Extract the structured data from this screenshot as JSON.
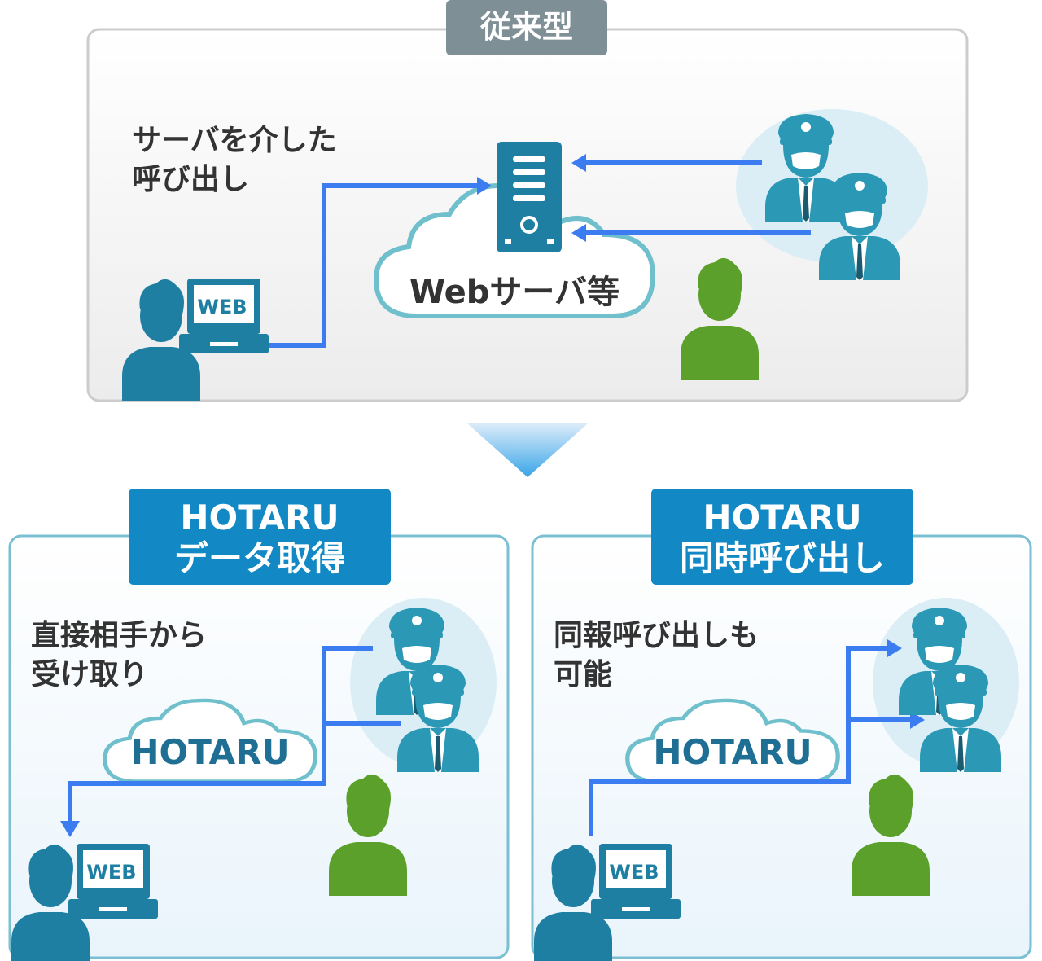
{
  "top_panel": {
    "tag": "従来型",
    "caption_line1": "サーバを介した",
    "caption_line2": "呼び出し",
    "cloud_label": "Webサーバ等",
    "monitor_label": "WEB"
  },
  "left_panel": {
    "header_line1": "HOTARU",
    "header_line2": "データ取得",
    "caption_line1": "直接相手から",
    "caption_line2": "受け取り",
    "cloud_label": "HOTARU",
    "monitor_label": "WEB"
  },
  "right_panel": {
    "header_line1": "HOTARU",
    "header_line2": "同時呼び出し",
    "caption_line1": "同報呼び出しも",
    "caption_line2": "可能",
    "cloud_label": "HOTARU",
    "monitor_label": "WEB"
  },
  "colors": {
    "arrow_blue": "#3b7df0",
    "officer_teal": "#2b98b6",
    "user_blue": "#1e7fa3",
    "user_green": "#5ba02a",
    "header_blue": "#1288c4",
    "tag_gray": "#7f8f96",
    "cloud_stroke": "#6fc0cc"
  },
  "icons": [
    "server-icon",
    "officer-icon",
    "user-icon",
    "web-monitor-icon",
    "cloud-icon",
    "down-arrow-icon"
  ]
}
